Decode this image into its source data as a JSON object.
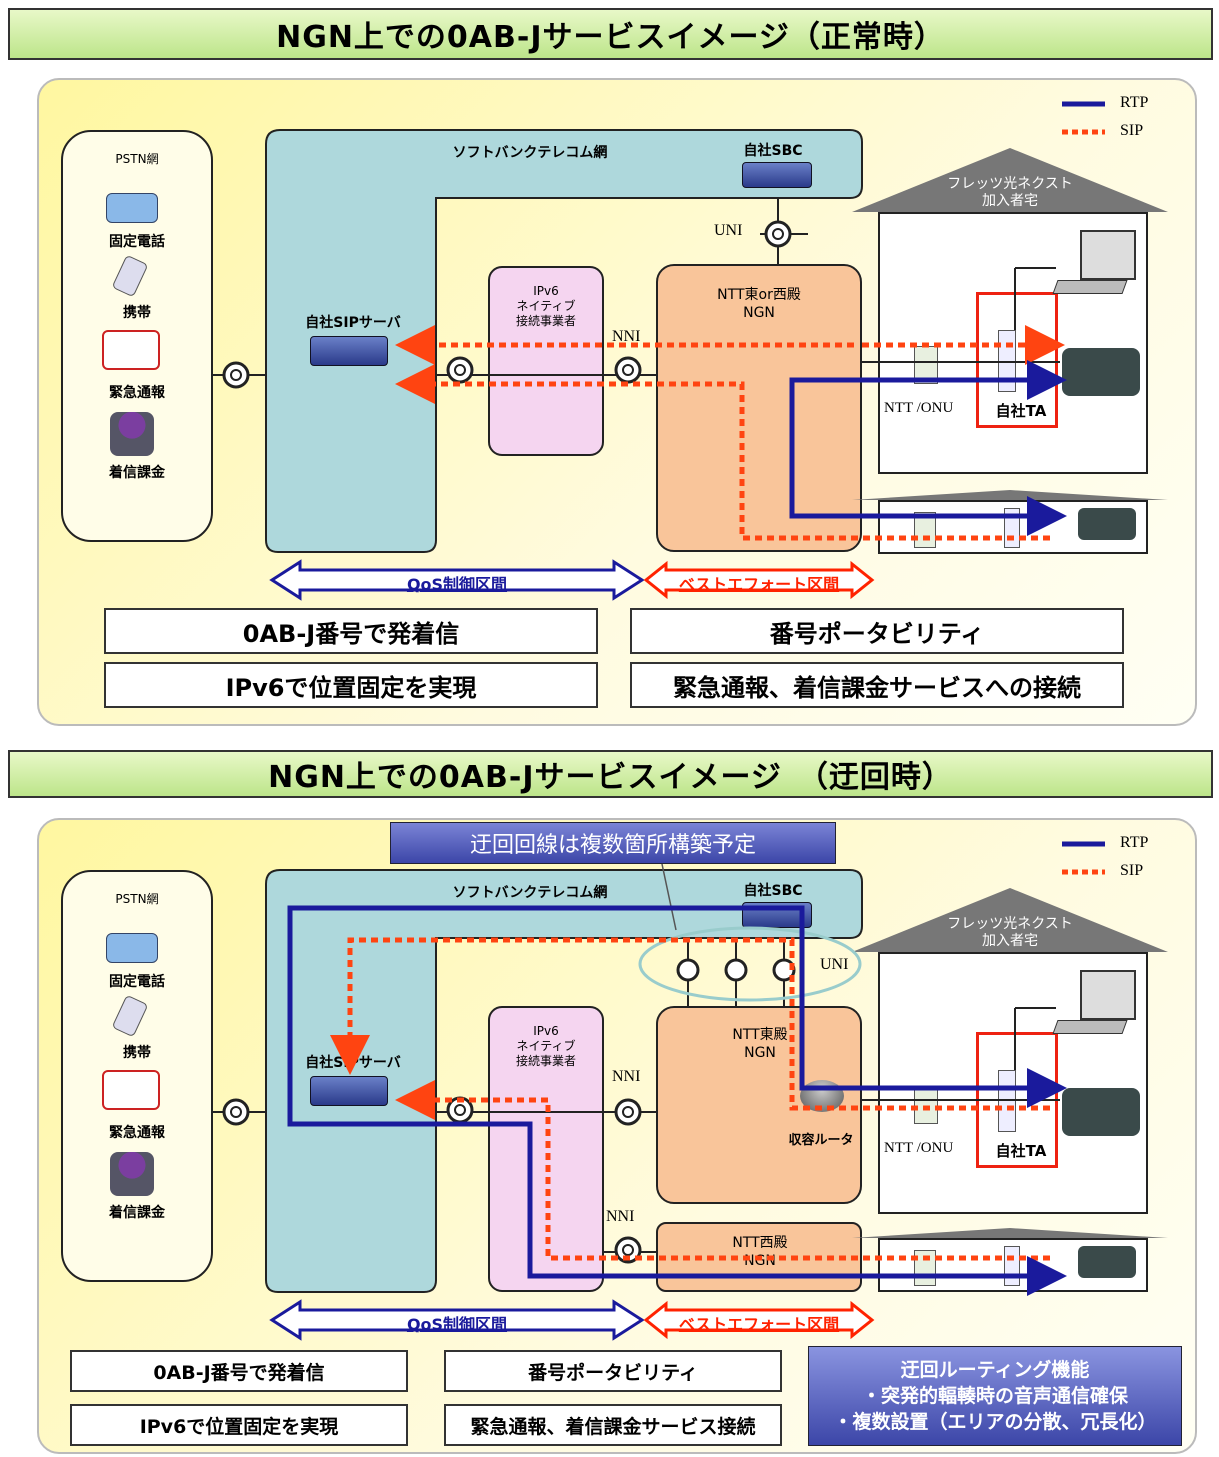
{
  "top": {
    "title": "NGN上での0AB-Jサービスイメージ（正常時）",
    "legend": {
      "rtp": "RTP",
      "sip": "SIP"
    },
    "pstn": {
      "title": "PSTN網",
      "items": [
        "固定電話",
        "携帯",
        "緊急通報",
        "着信課金"
      ]
    },
    "softbank": "ソフトバンクテレコム網",
    "sbc": "自社SBC",
    "sip_server": "自社SIPサーバ",
    "ipv6": [
      "IPv6",
      "ネイティブ",
      "接続事業者"
    ],
    "ngn": [
      "NTT東or西殿",
      "NGN"
    ],
    "uni": "UNI",
    "nni": "NNI",
    "house": [
      "フレッツ光ネクスト",
      "加入者宅"
    ],
    "ntt_onu": "NTT /ONU",
    "ta": "自社TA",
    "qos": "QoS制御区間",
    "best_effort": "ベストエフォート区間",
    "features": [
      "0AB-J番号で発着信",
      "番号ポータビリティ",
      "IPv6で位置固定を実現",
      "緊急通報、着信課金サービスへの接続"
    ]
  },
  "bottom": {
    "title": "NGN上での0AB-Jサービスイメージ　（迂回時）",
    "callout": "迂回回線は複数箇所構築予定",
    "legend": {
      "rtp": "RTP",
      "sip": "SIP"
    },
    "pstn": {
      "title": "PSTN網",
      "items": [
        "固定電話",
        "携帯",
        "緊急通報",
        "着信課金"
      ]
    },
    "softbank": "ソフトバンクテレコム網",
    "sbc": "自社SBC",
    "sip_server": "自社SIPサーバ",
    "ipv6": [
      "IPv6",
      "ネイティブ",
      "接続事業者"
    ],
    "ngn_east": [
      "NTT東殿",
      "NGN"
    ],
    "ngn_west": [
      "NTT西殿",
      "NGN"
    ],
    "router": "収容ルータ",
    "uni": "UNI",
    "nni_1": "NNI",
    "nni_2": "NNI",
    "house": [
      "フレッツ光ネクスト",
      "加入者宅"
    ],
    "ntt_onu": "NTT /ONU",
    "ta": "自社TA",
    "qos": "QoS制御区間",
    "best_effort": "ベストエフォート区間",
    "features": [
      "0AB-J番号で発着信",
      "番号ポータビリティ",
      "IPv6で位置固定を実現",
      "緊急通報、着信課金サービス接続"
    ],
    "detour_box": [
      "迂回ルーティング機能",
      "・突発的輻輳時の音声通信確保",
      "・複数設置（エリアの分散、冗長化）"
    ]
  },
  "colors": {
    "rtp": "#1a1a9c",
    "sip": "#ff4411",
    "qos": "#1a1a9c",
    "best_effort": "#ff2200"
  }
}
